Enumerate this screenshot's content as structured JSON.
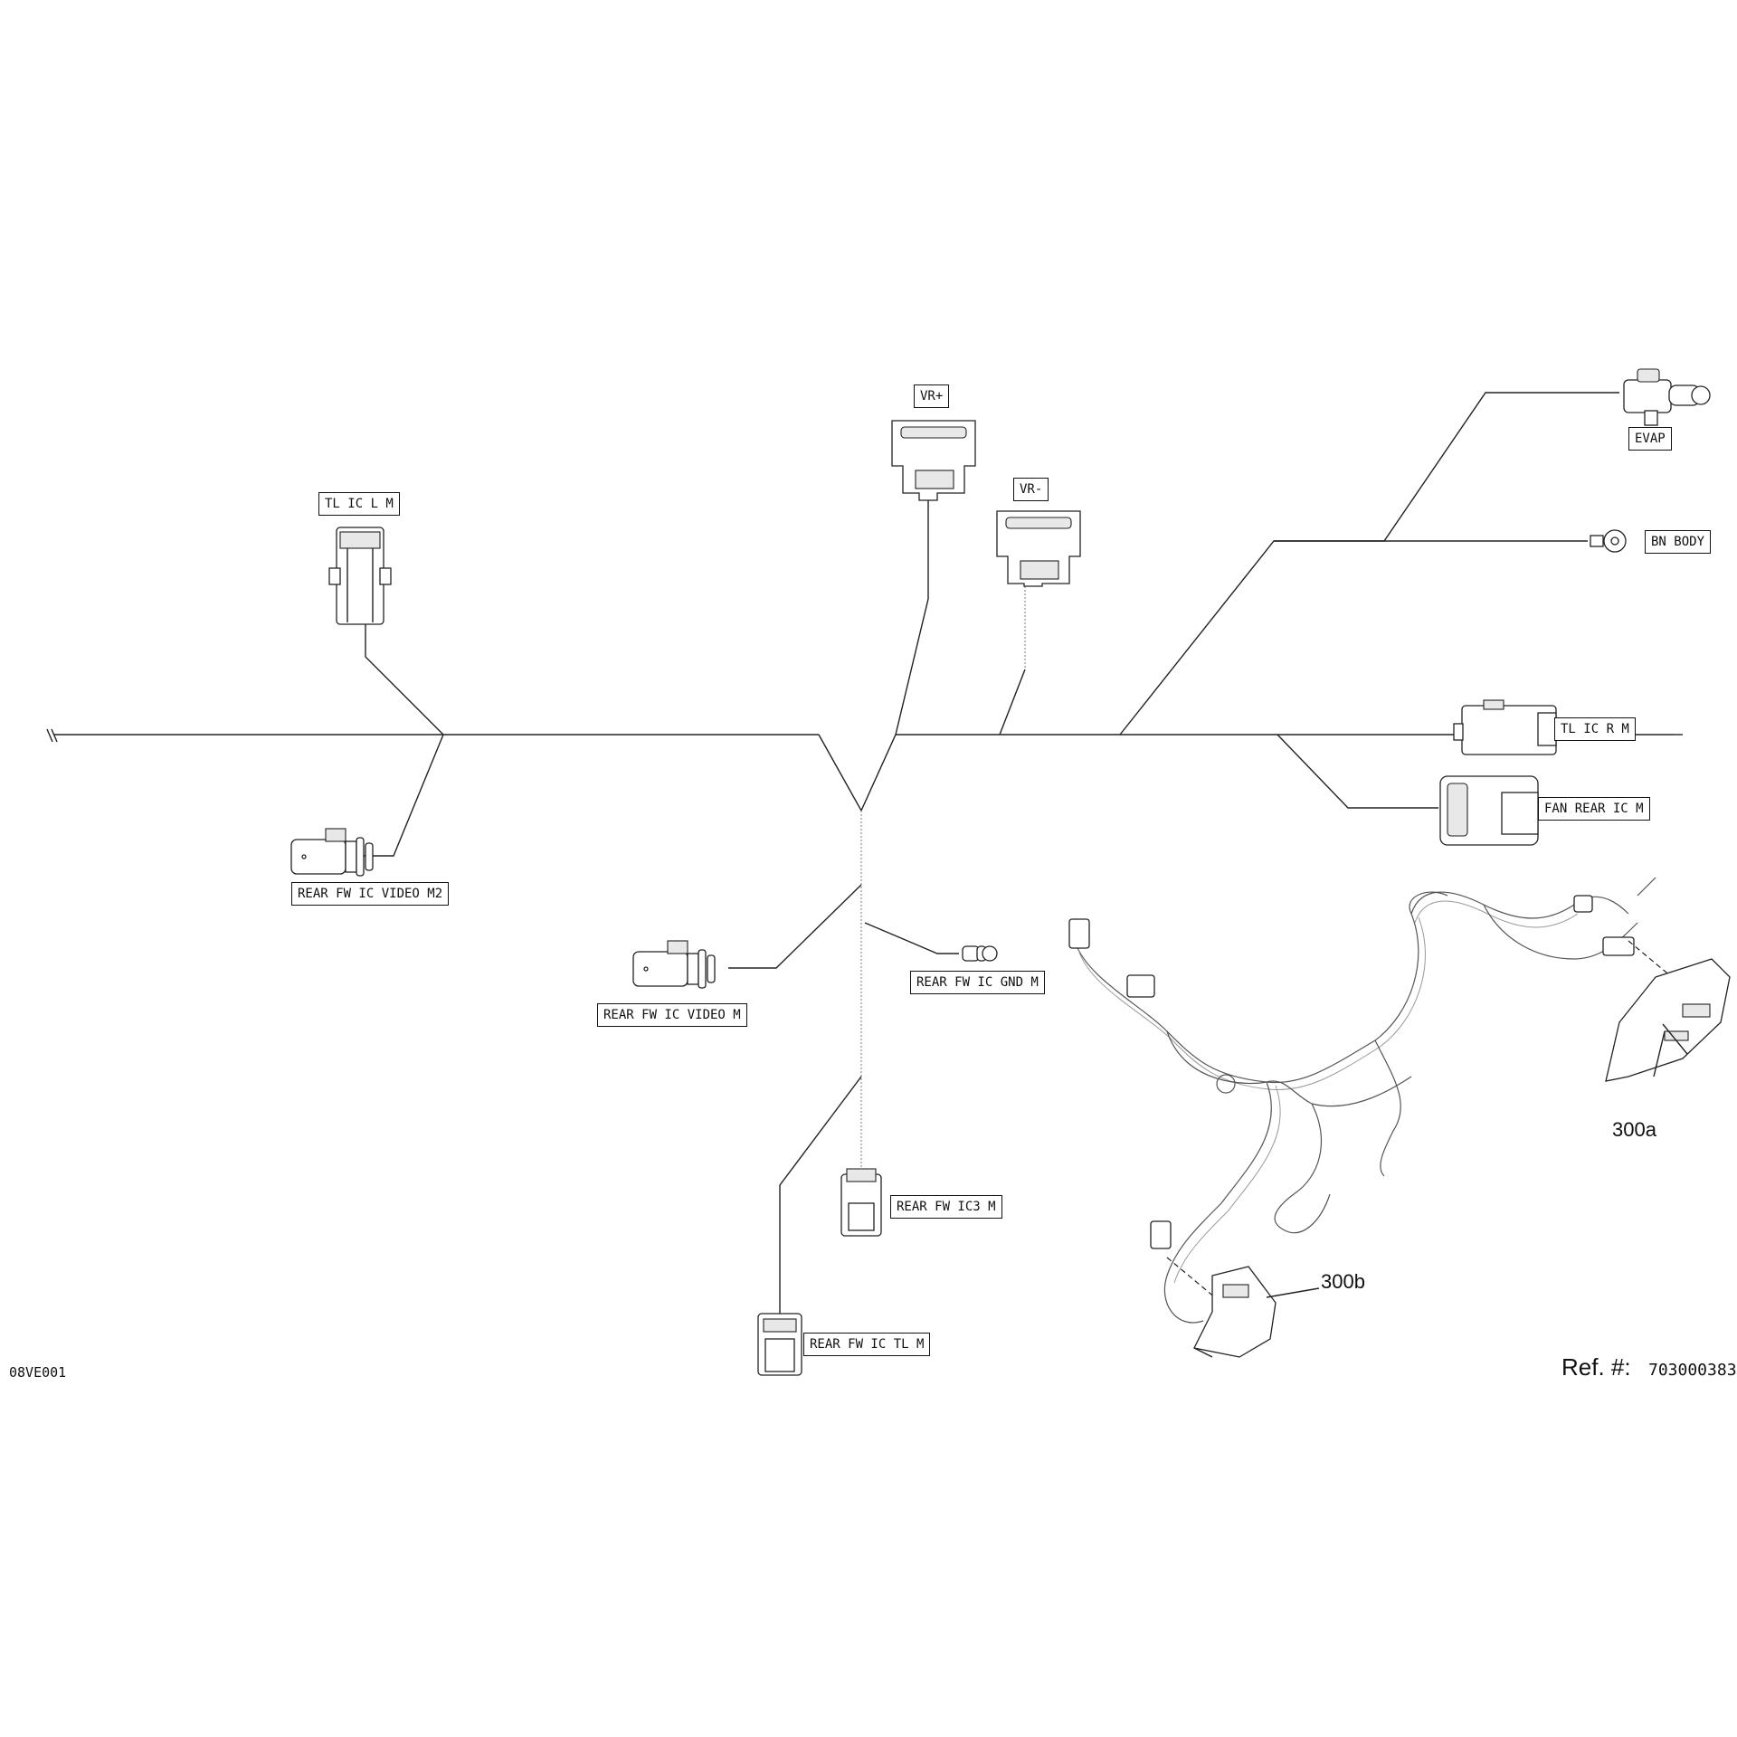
{
  "connectors": {
    "tl_ic_l_m": "TL IC L M",
    "vr_plus": "VR+",
    "vr_minus": "VR-",
    "evap": "EVAP",
    "bn_body": "BN BODY",
    "tl_ic_r_m": "TL IC R M",
    "fan_rear_ic_m": "FAN REAR IC M",
    "rear_fw_ic_video_m2": "REAR FW IC VIDEO M2",
    "rear_fw_ic_video_m": "REAR FW IC VIDEO M",
    "rear_fw_ic_gnd_m": "REAR FW IC GND M",
    "rear_fw_ic3_m": "REAR FW IC3 M",
    "rear_fw_ic_tl_m": "REAR FW IC TL M"
  },
  "callouts": {
    "part_a": "300a",
    "part_b": "300b"
  },
  "footer": {
    "drawing_code": "08VE001",
    "ref_label": "Ref. #:",
    "ref_value": "703000383"
  },
  "colors": {
    "line": "#222222",
    "background": "#ffffff"
  }
}
